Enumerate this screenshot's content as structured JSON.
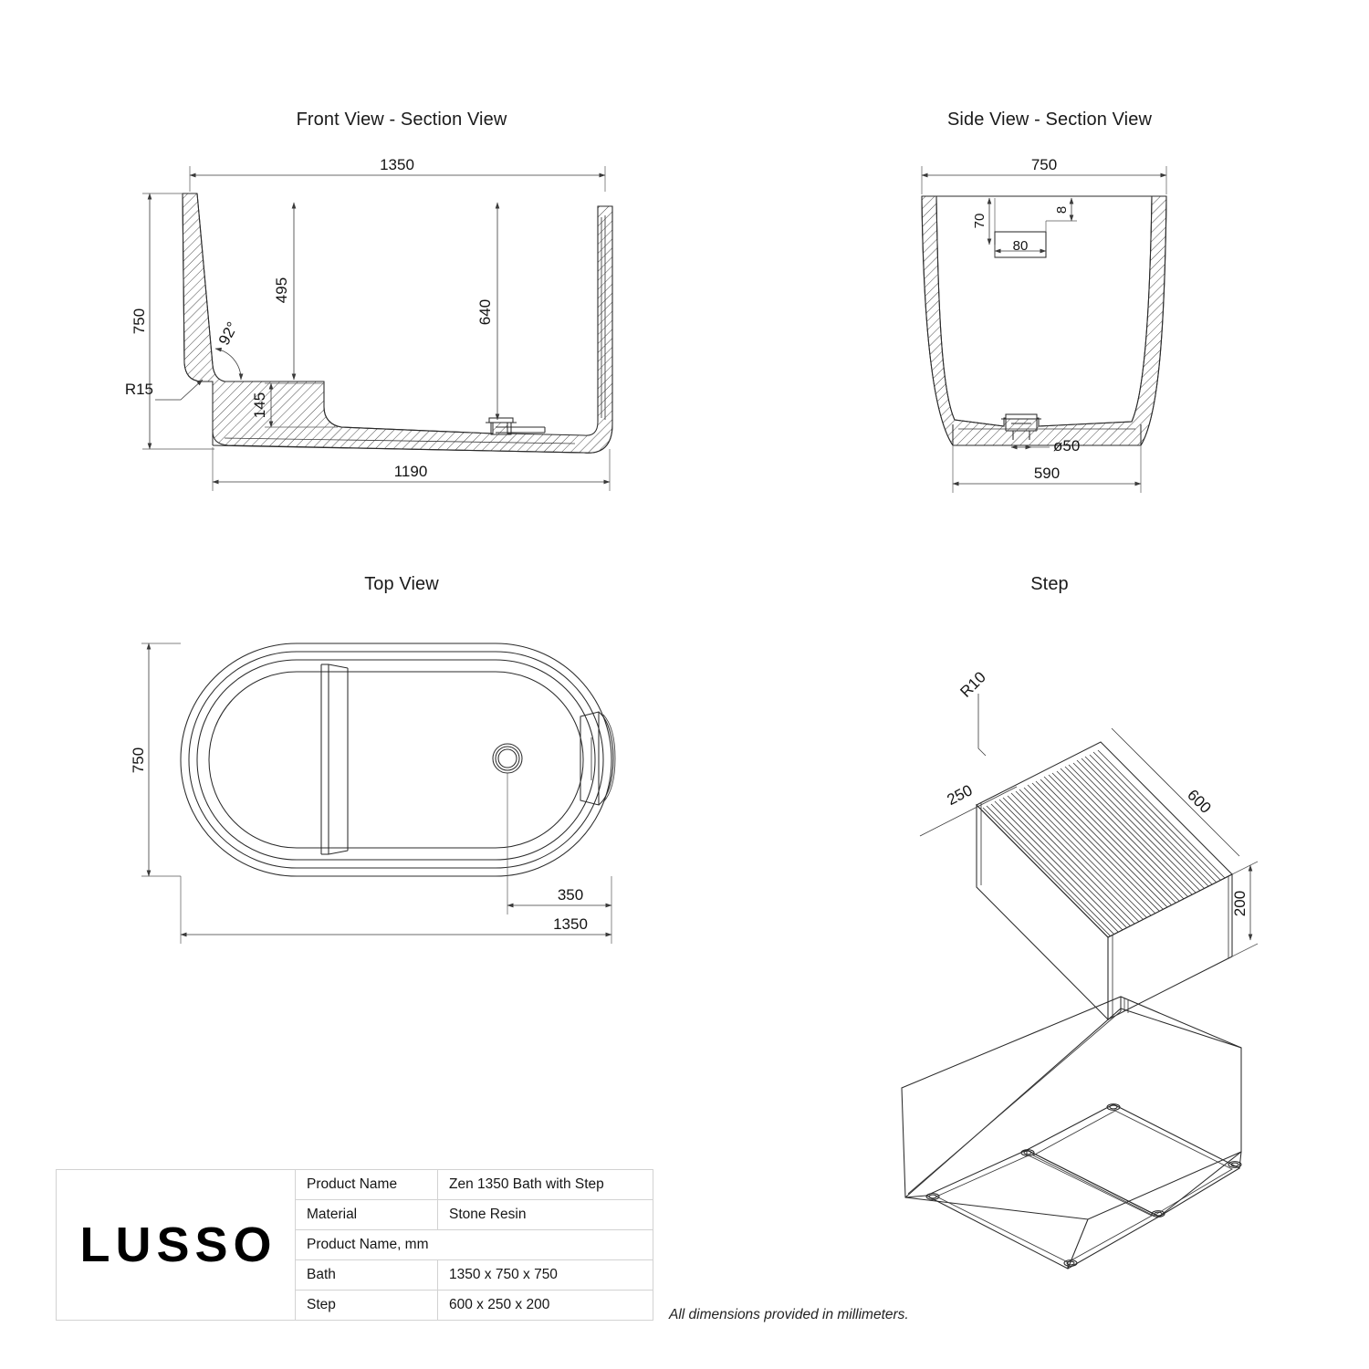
{
  "document": {
    "footer_note": "All dimensions provided in millimeters.",
    "brand": "LUSSO"
  },
  "views": {
    "front": {
      "title": "Front View - Section View",
      "dims": {
        "overall_width": "1350",
        "overall_height": "750",
        "inner_depth_left": "495",
        "inner_depth_right": "640",
        "step_height": "145",
        "base_width": "1190",
        "radius": "R15",
        "angle": "92°"
      }
    },
    "side": {
      "title": "Side View - Section View",
      "dims": {
        "overall_width": "750",
        "overflow_drop": "70",
        "overflow_thickness": "8",
        "overflow_width": "80",
        "waste_diameter": "ø50",
        "base_width": "590"
      }
    },
    "top": {
      "title": "Top View",
      "dims": {
        "overall_depth": "750",
        "overall_length": "1350",
        "drain_offset": "350"
      }
    },
    "step": {
      "title": "Step",
      "dims": {
        "length": "600",
        "depth": "250",
        "height": "200",
        "radius": "R10"
      }
    }
  },
  "title_block": {
    "rows": [
      {
        "key": "Product Name",
        "value": "Zen 1350 Bath with Step",
        "span": false
      },
      {
        "key": "Material",
        "value": "Stone Resin",
        "span": false
      },
      {
        "key": "Product Name, mm",
        "value": "",
        "span": true
      },
      {
        "key": "Bath",
        "value": "1350 x 750 x 750",
        "span": false
      },
      {
        "key": "Step",
        "value": "600 x 250 x 200",
        "span": false
      }
    ]
  }
}
